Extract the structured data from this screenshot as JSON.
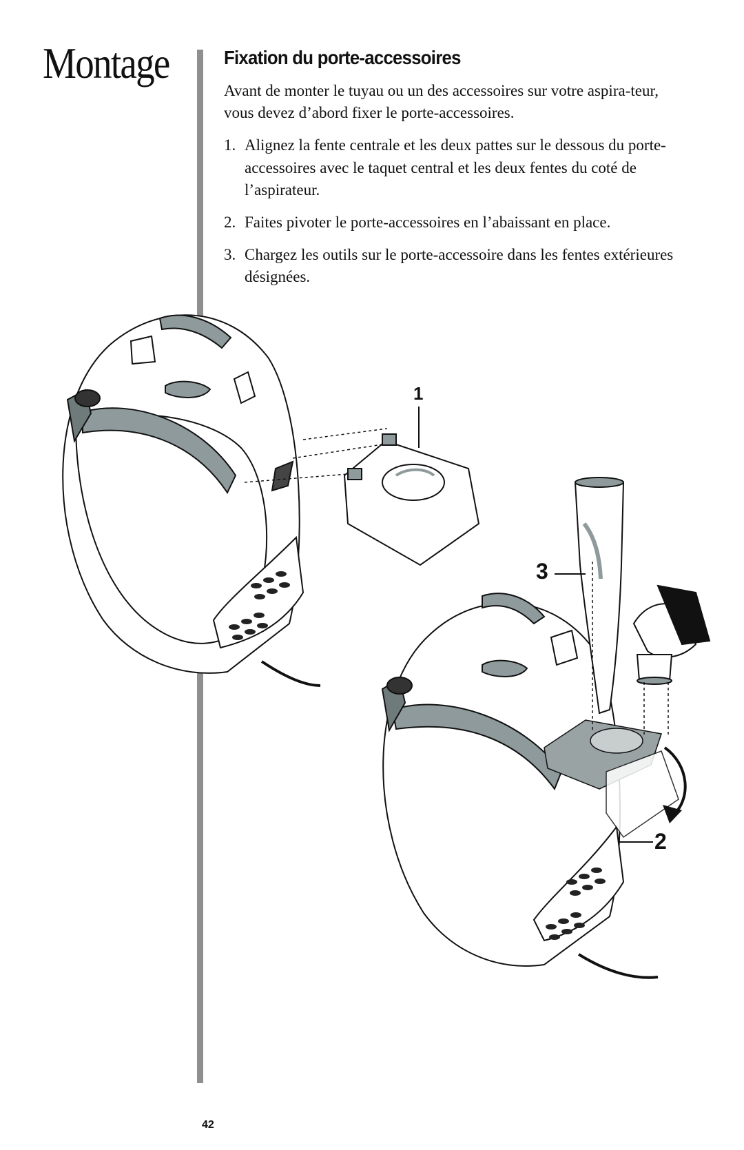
{
  "section": {
    "title": "Montage"
  },
  "content": {
    "heading": "Fixation du porte-accessoires",
    "intro": "Avant de monter le tuyau ou un des accessoires sur votre aspira-teur, vous devez d’abord fixer le porte-accessoires.",
    "steps": [
      {
        "num": "1.",
        "text": "Alignez la fente centrale et les deux pattes sur le dessous du porte-accessoires avec le taquet central et les deux fentes du coté de l’aspirateur."
      },
      {
        "num": "2.",
        "text": "Faites pivoter le porte-accessoires en l’abaissant en place."
      },
      {
        "num": "3.",
        "text": "Chargez les outils sur le porte-accessoire dans les fentes extérieures désignées."
      }
    ]
  },
  "illustration": {
    "callouts": {
      "one": "1",
      "two": "2",
      "three": "3"
    },
    "colors": {
      "accent_gray": "#8e9a9b",
      "line": "#111111"
    }
  },
  "footer": {
    "page_number": "42"
  }
}
